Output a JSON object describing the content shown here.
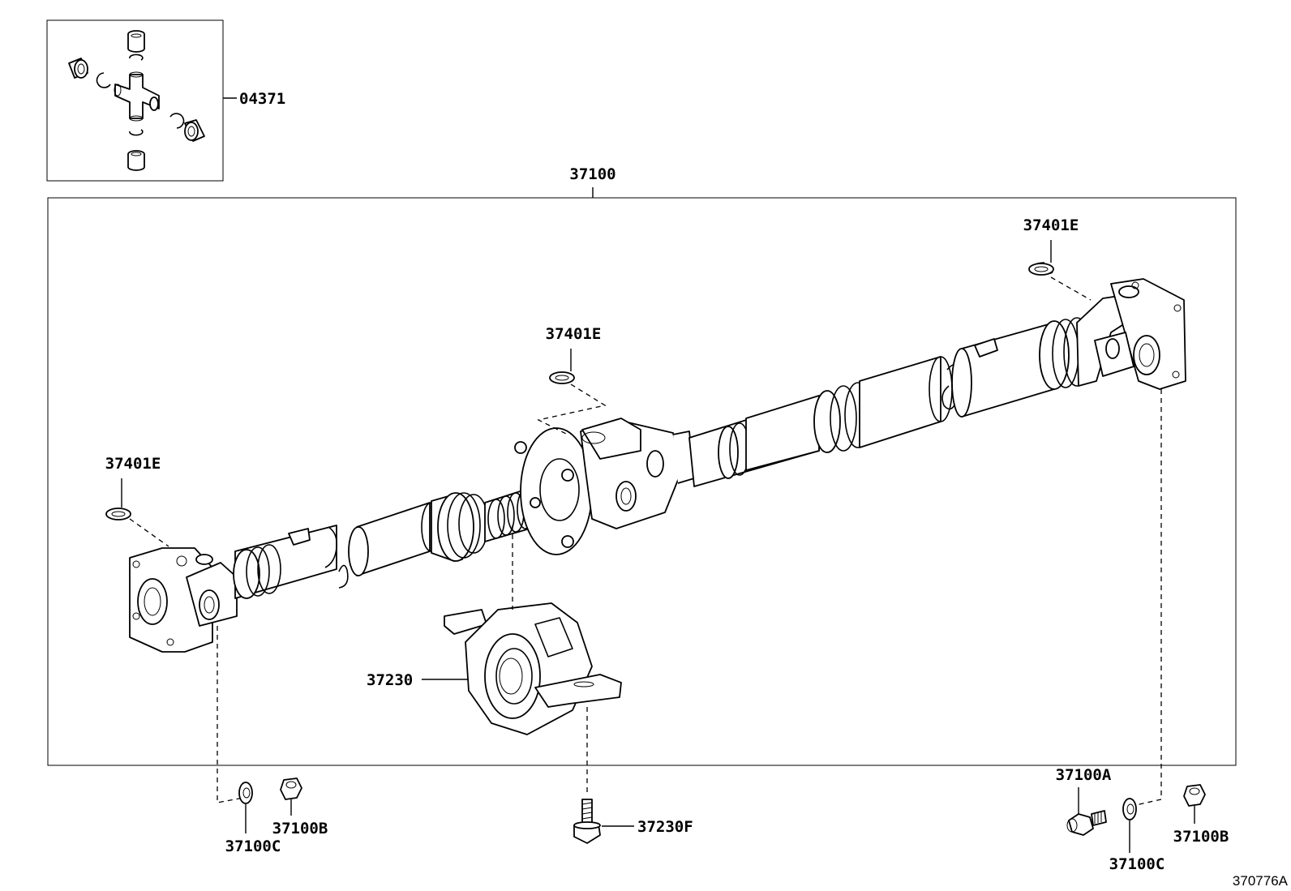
{
  "diagram": {
    "figure_code": "370776A",
    "labels": {
      "spider_kit": "04371",
      "propeller_shaft_assy": "37100",
      "snap_ring_rear": "37401E",
      "snap_ring_center": "37401E",
      "snap_ring_front": "37401E",
      "center_support_bearing": "37230",
      "bearing_bolt": "37230F",
      "bolt": "37100A",
      "washer_left": "37100C",
      "nut_left": "37100B",
      "washer_right": "37100C",
      "nut_right": "37100B"
    }
  }
}
